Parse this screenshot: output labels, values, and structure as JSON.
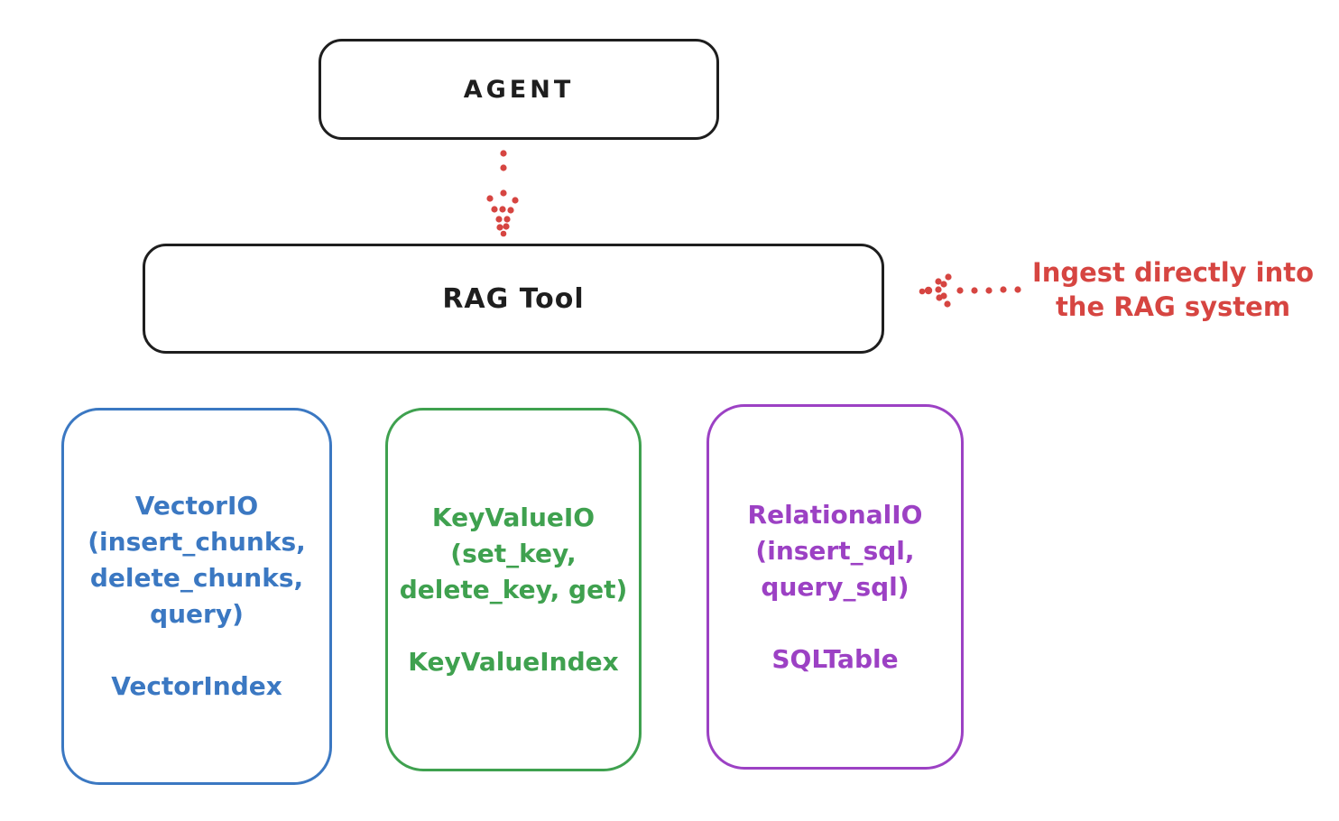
{
  "diagram": {
    "agent": {
      "label": "AGENT"
    },
    "rag_tool": {
      "label": "RAG Tool"
    },
    "annotation": {
      "line1": "Ingest directly into",
      "line2": "the RAG system"
    },
    "backends": [
      {
        "name": "vector-io",
        "color": "#3b78c2",
        "title": "VectorIO",
        "methods": [
          "(insert_chunks,",
          "delete_chunks,",
          "query)"
        ],
        "index": "VectorIndex"
      },
      {
        "name": "keyvalue-io",
        "color": "#3fa14f",
        "title": "KeyValueIO",
        "methods": [
          "(set_key,",
          "delete_key, get)"
        ],
        "index": "KeyValueIndex"
      },
      {
        "name": "relational-io",
        "color": "#9c41c4",
        "title": "RelationalIO",
        "methods": [
          "(insert_sql,",
          "query_sql)"
        ],
        "index": "SQLTable"
      }
    ],
    "colors": {
      "box_stroke": "#1e1e1e",
      "annotation_red": "#d64541",
      "background": "#ffffff"
    }
  }
}
